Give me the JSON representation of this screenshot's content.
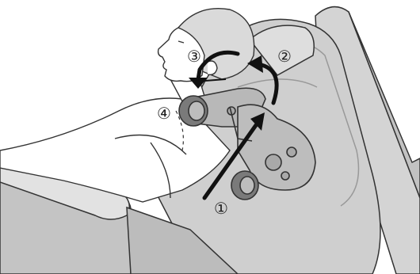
{
  "steps": [
    {
      "id": "step-1",
      "label": "①"
    },
    {
      "id": "step-2",
      "label": "②"
    },
    {
      "id": "step-3",
      "label": "③"
    },
    {
      "id": "step-4",
      "label": "④"
    }
  ],
  "colors": {
    "chair": "#c8c8c8",
    "chair_light": "#dcdcdc",
    "chair_dark": "#a8a8a8",
    "outline": "#333333",
    "arrow": "#111111",
    "mechanism": "#b4b4b4",
    "roller": "#6e6e6e",
    "hair": "#d8d8d8"
  }
}
